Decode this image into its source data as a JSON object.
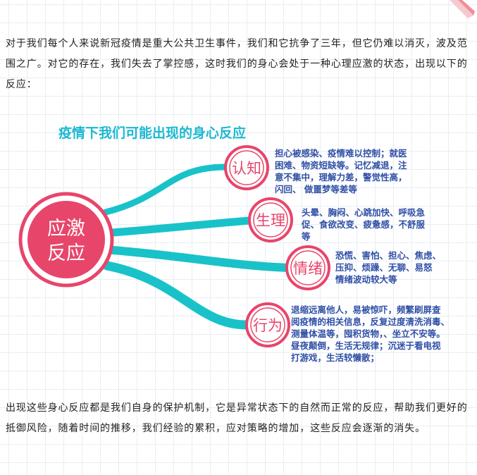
{
  "intro_paragraph": "对于我们每个人来说新冠疫情是重大公共卫生事件，我们和它抗争了三年，但它仍难以消灭，波及范围之广。对它的存在，我们失去了掌控感，这时我们的身心会处于一种心理应激的状态，出现以下的反应：",
  "diagram": {
    "title": "疫情下我们可能出现的身心反应",
    "center": {
      "line1": "应激",
      "line2": "反应"
    },
    "branches": [
      {
        "label": "认知",
        "lines": [
          "担心被感染、疫情难以控制；就医",
          "困难、物资短缺等。记忆减退，注",
          "意不集中，理解力差，警觉性高，",
          "闪回、 做噩梦等差等"
        ]
      },
      {
        "label": "生理",
        "lines": [
          "头晕、胸闷、心跳加快、呼吸急",
          "促、食欲改变、疲惫感，不舒服",
          "等"
        ]
      },
      {
        "label": "情绪",
        "lines": [
          "恐慌、害怕、担心、焦虑、",
          "压抑、烦躁、无聊、易怒",
          "情绪波动较大等"
        ]
      },
      {
        "label": "行为",
        "lines": [
          "退缩远离他人，易被惊吓，频繁刷屏查",
          "阅疫情的相关信息，反复过度清洗消毒、",
          "测量体温等，囤积货物，、坐立不安等。",
          "昼夜颠倒，生活无规律；沉迷于看电视",
          "打游戏，生活较懒散；"
        ]
      }
    ]
  },
  "closing_paragraph": "出现这些身心反应都是我们自身的保护机制，它是异常状态下的自然而正常的反应，帮助我们更好的抵御风险，随着时间的推移，我们经验的累积，应对策略的增加，这些反应会逐渐的消失。",
  "colors": {
    "accent_pink": "#e8456b",
    "branch_teal": "#19c2c9",
    "title_teal": "#1cb8d2",
    "detail_blue": "#2f4fa6"
  }
}
